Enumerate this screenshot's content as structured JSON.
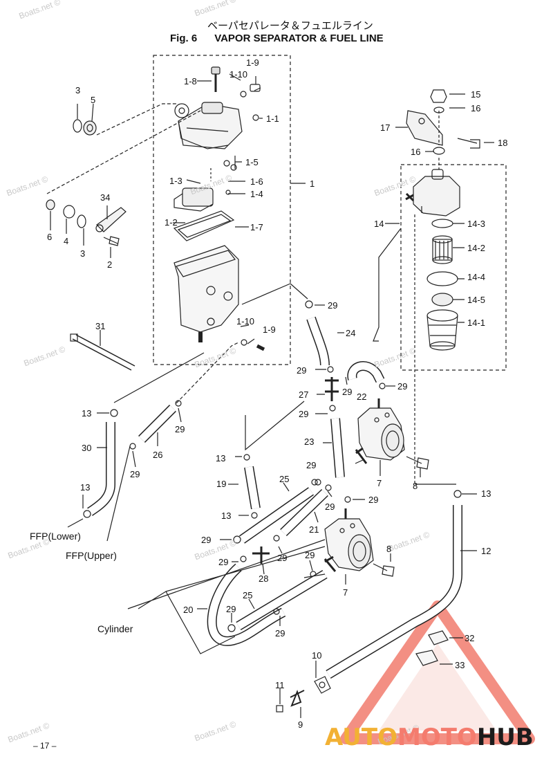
{
  "header": {
    "title_jp": "ベーパセパレータ＆フュエルライン",
    "fig_no": "Fig. 6",
    "title_en": "VAPOR SEPARATOR & FUEL LINE"
  },
  "watermark": "Boats.net ©",
  "page_number": "– 17 –",
  "brand": {
    "part1": "AUTO",
    "part2": "MOTO",
    "part3": "HUB",
    "colors": [
      "#f2b134",
      "#f47c6e",
      "#1c1c1c"
    ]
  },
  "labels": {
    "p1_9a": "1-9",
    "p1_10a": "1-10",
    "p1_8": "1-8",
    "p1_1": "1-1",
    "p1_5": "1-5",
    "p1_3": "1-3",
    "p1_6": "1-6",
    "p1": "1",
    "p1_4": "1-4",
    "p1_2": "1-2",
    "p1_7": "1-7",
    "p1_10b": "1-10",
    "p1_9b": "1-9",
    "p3a": "3",
    "p5": "5",
    "p34": "34",
    "p6": "6",
    "p4": "4",
    "p3b": "3",
    "p2": "2",
    "p15": "15",
    "p16a": "16",
    "p17": "17",
    "p18": "18",
    "p16b": "16",
    "p14": "14",
    "p14_3": "14-3",
    "p14_2": "14-2",
    "p14_4": "14-4",
    "p14_5": "14-5",
    "p14_1": "14-1",
    "p29a": "29",
    "p24": "24",
    "p31": "31",
    "p29b": "29",
    "p29c": "29",
    "p29d": "29",
    "p22": "22",
    "p27": "27",
    "p29e": "29",
    "p13a": "13",
    "p29f": "29",
    "p30": "30",
    "p26": "26",
    "p29g": "29",
    "p13b": "13",
    "ffp_lower": "FFP(Lower)",
    "ffp_upper": "FFP(Upper)",
    "p23": "23",
    "p13c": "13",
    "p8a": "8",
    "p7a": "7",
    "p29h": "29",
    "p19": "19",
    "p25a": "25",
    "p29i": "29",
    "p29j": "29",
    "p13d": "13",
    "p21": "21",
    "p13e": "13",
    "p29k": "29",
    "p29l": "29",
    "p29m": "29",
    "p28": "28",
    "p29n": "29",
    "p8b": "8",
    "p12": "12",
    "p7b": "7",
    "p25b": "25",
    "cylinder": "Cylinder",
    "p20": "20",
    "p29o": "29",
    "p29p": "29",
    "p32": "32",
    "p10": "10",
    "p33": "33",
    "p11": "11",
    "p9": "9"
  }
}
